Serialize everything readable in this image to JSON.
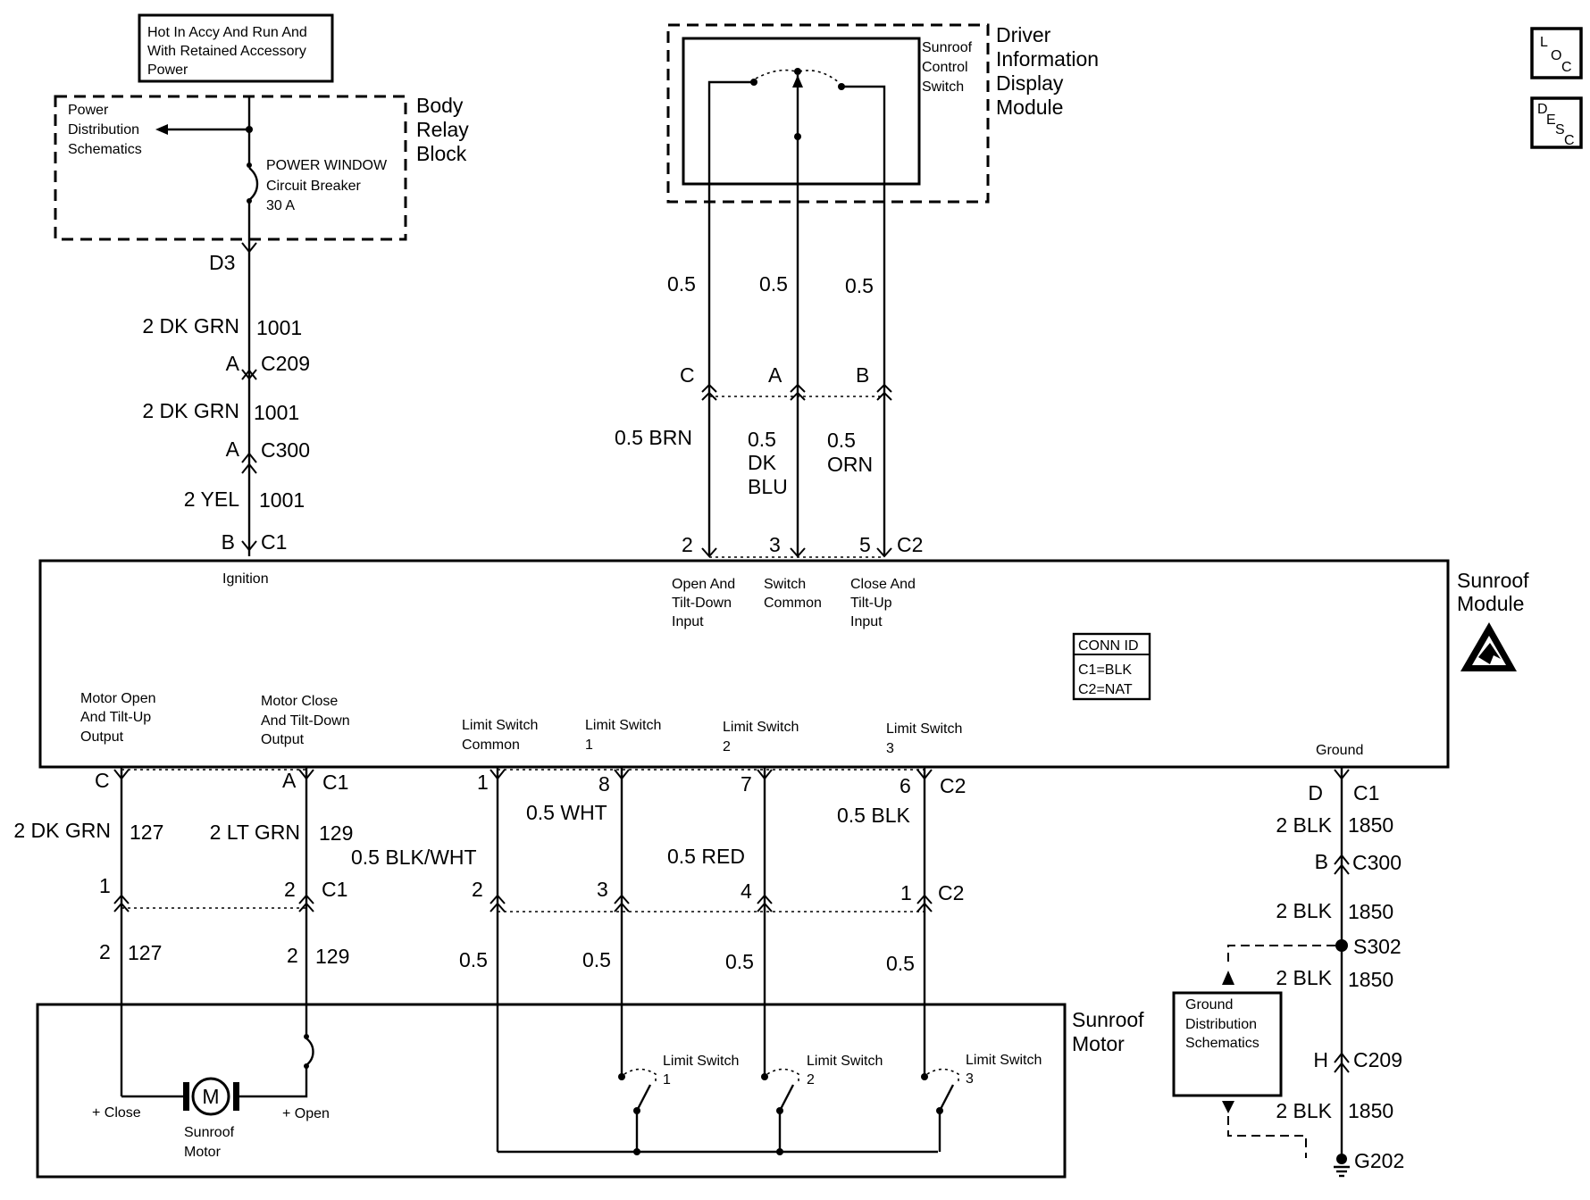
{
  "top_note": [
    "Hot In Accy And Run And",
    "With Retained Accessory",
    "Power"
  ],
  "body_relay_block": {
    "title": [
      "Body",
      "Relay",
      "Block"
    ],
    "power_distribution": [
      "Power",
      "Distribution",
      "Schematics"
    ],
    "breaker": [
      "POWER WINDOW",
      "Circuit Breaker",
      "30 A"
    ]
  },
  "ignition_feed": {
    "d3": "D3",
    "wire1": "2 DK GRN",
    "circuit1": "1001",
    "pin_c209": "A",
    "conn_c209": "C209",
    "wire2": "2 DK GRN",
    "circuit2": "1001",
    "pin_c300": "A",
    "conn_c300": "C300",
    "wire3": "2 YEL",
    "circuit3": "1001",
    "pin_c1": "B",
    "conn_c1": "C1",
    "pin_label": "Ignition"
  },
  "dim": {
    "title": [
      "Driver",
      "Information",
      "Display",
      "Module"
    ],
    "switch": [
      "Sunroof",
      "Control",
      "Switch"
    ],
    "gauge_c": "0.5",
    "gauge_a": "0.5",
    "gauge_b": "0.5",
    "pin_c": "C",
    "pin_a": "A",
    "pin_b": "B",
    "wire_c": "0.5 BRN",
    "wire_a": [
      "0.5",
      "DK",
      "BLU"
    ],
    "wire_b": [
      "0.5",
      "ORN"
    ],
    "pin2": "2",
    "pin3": "3",
    "pin5": "5",
    "conn_c2": "C2"
  },
  "sunroof_module": {
    "title": [
      "Sunroof",
      "Module"
    ],
    "input_open": [
      "Open And",
      "Tilt-Down",
      "Input"
    ],
    "switch_common": [
      "Switch",
      "Common"
    ],
    "input_close": [
      "Close And",
      "Tilt-Up",
      "Input"
    ],
    "conn_id": [
      "CONN ID",
      "C1=BLK",
      "C2=NAT"
    ],
    "motor_open": [
      "Motor Open",
      "And Tilt-Up",
      "Output"
    ],
    "motor_close": [
      "Motor Close",
      "And Tilt-Down",
      "Output"
    ],
    "ls_common": [
      "Limit Switch",
      "Common"
    ],
    "ls1": [
      "Limit Switch",
      "1"
    ],
    "ls2": [
      "Limit Switch",
      "2"
    ],
    "ls3": [
      "Limit Switch",
      "3"
    ],
    "ground": "Ground"
  },
  "motor_side": {
    "pin_c": "C",
    "pin_a": "A",
    "conn_c1": "C1",
    "wire_127": "2 DK GRN",
    "circuit_127": "127",
    "wire_129": "2 LT GRN",
    "circuit_129": "129",
    "pin1": "1",
    "pin2": "2",
    "conn_c1b": "C1",
    "gauge_127": "2",
    "circuit_127b": "127",
    "gauge_129": "2",
    "circuit_129b": "129"
  },
  "limit_side": {
    "pin1": "1",
    "pin8": "8",
    "pin7": "7",
    "pin6": "6",
    "conn_c2": "C2",
    "wire_ls1": "0.5 WHT",
    "wire_ls3": "0.5 BLK",
    "wire_common": "0.5 BLK/WHT",
    "wire_ls2": "0.5 RED",
    "pin_2": "2",
    "pin_3": "3",
    "pin_4": "4",
    "pin_1": "1",
    "conn_c2b": "C2",
    "g1": "0.5",
    "g2": "0.5",
    "g3": "0.5",
    "g4": "0.5"
  },
  "sunroof_motor": {
    "title": [
      "Sunroof",
      "Motor"
    ],
    "motor_symbol": "M",
    "close": "+ Close",
    "open": "+ Open",
    "motor_label": [
      "Sunroof",
      "Motor"
    ],
    "ls1": [
      "Limit Switch",
      "1"
    ],
    "ls2": [
      "Limit Switch",
      "2"
    ],
    "ls3": [
      "Limit Switch",
      "3"
    ]
  },
  "ground_circuit": {
    "pin_d": "D",
    "conn_c1": "C1",
    "wire1": "2 BLK",
    "circuit1": "1850",
    "pin_b": "B",
    "conn_c300": "C300",
    "wire2": "2 BLK",
    "circuit2": "1850",
    "splice": "S302",
    "wire3": "2 BLK",
    "circuit3": "1850",
    "gnd_dist": [
      "Ground",
      "Distribution",
      "Schematics"
    ],
    "pin_h": "H",
    "conn_c209": "C209",
    "wire4": "2 BLK",
    "circuit4": "1850",
    "ground": "G202"
  },
  "corner_icons": {
    "loc": [
      "L",
      "O",
      "C"
    ],
    "desc": [
      "D",
      "E",
      "S",
      "C"
    ]
  }
}
